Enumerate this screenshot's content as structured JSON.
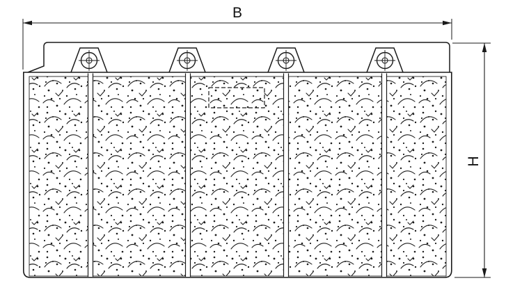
{
  "diagram": {
    "type": "technical-drawing",
    "labels": {
      "width": "B",
      "height": "H"
    },
    "terminal_count": "4",
    "panel_count": "5",
    "colors": {
      "line": "#1a1a1a",
      "background": "#ffffff"
    }
  }
}
